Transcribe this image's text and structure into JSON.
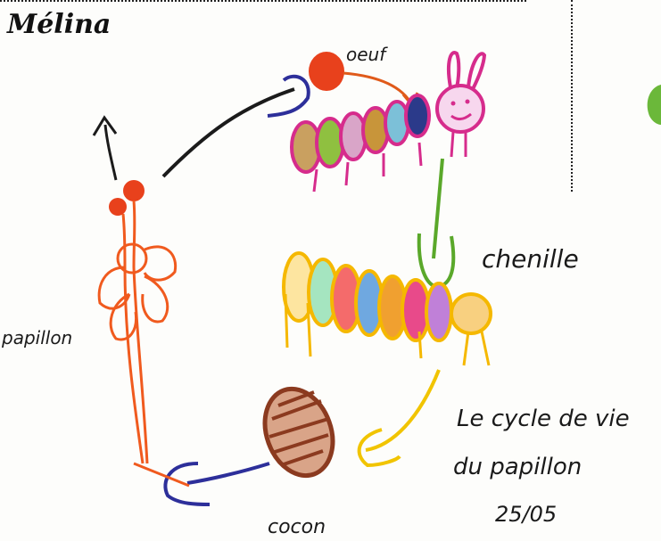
{
  "author": "Mélina",
  "labels": {
    "egg": "oeuf",
    "caterpillar": "chenille",
    "cocoon": "cocon",
    "butterfly": "papillon"
  },
  "caption": {
    "line1": "Le cycle de vie",
    "line2": "du papillon",
    "date": "25/05"
  },
  "colors": {
    "arrow_dark": "#1b1b1b",
    "arrow_blue": "#2d2f9a",
    "arrow_green": "#5aa82a",
    "arrow_yellow": "#f1c400",
    "butterfly_orange": "#f05a1e",
    "egg_red": "#e8411c",
    "caterpillar_outline_pink": "#d62c8c",
    "caterpillar_outline_yellow": "#f5b800",
    "cocoon_brown": "#8b3a1f"
  }
}
